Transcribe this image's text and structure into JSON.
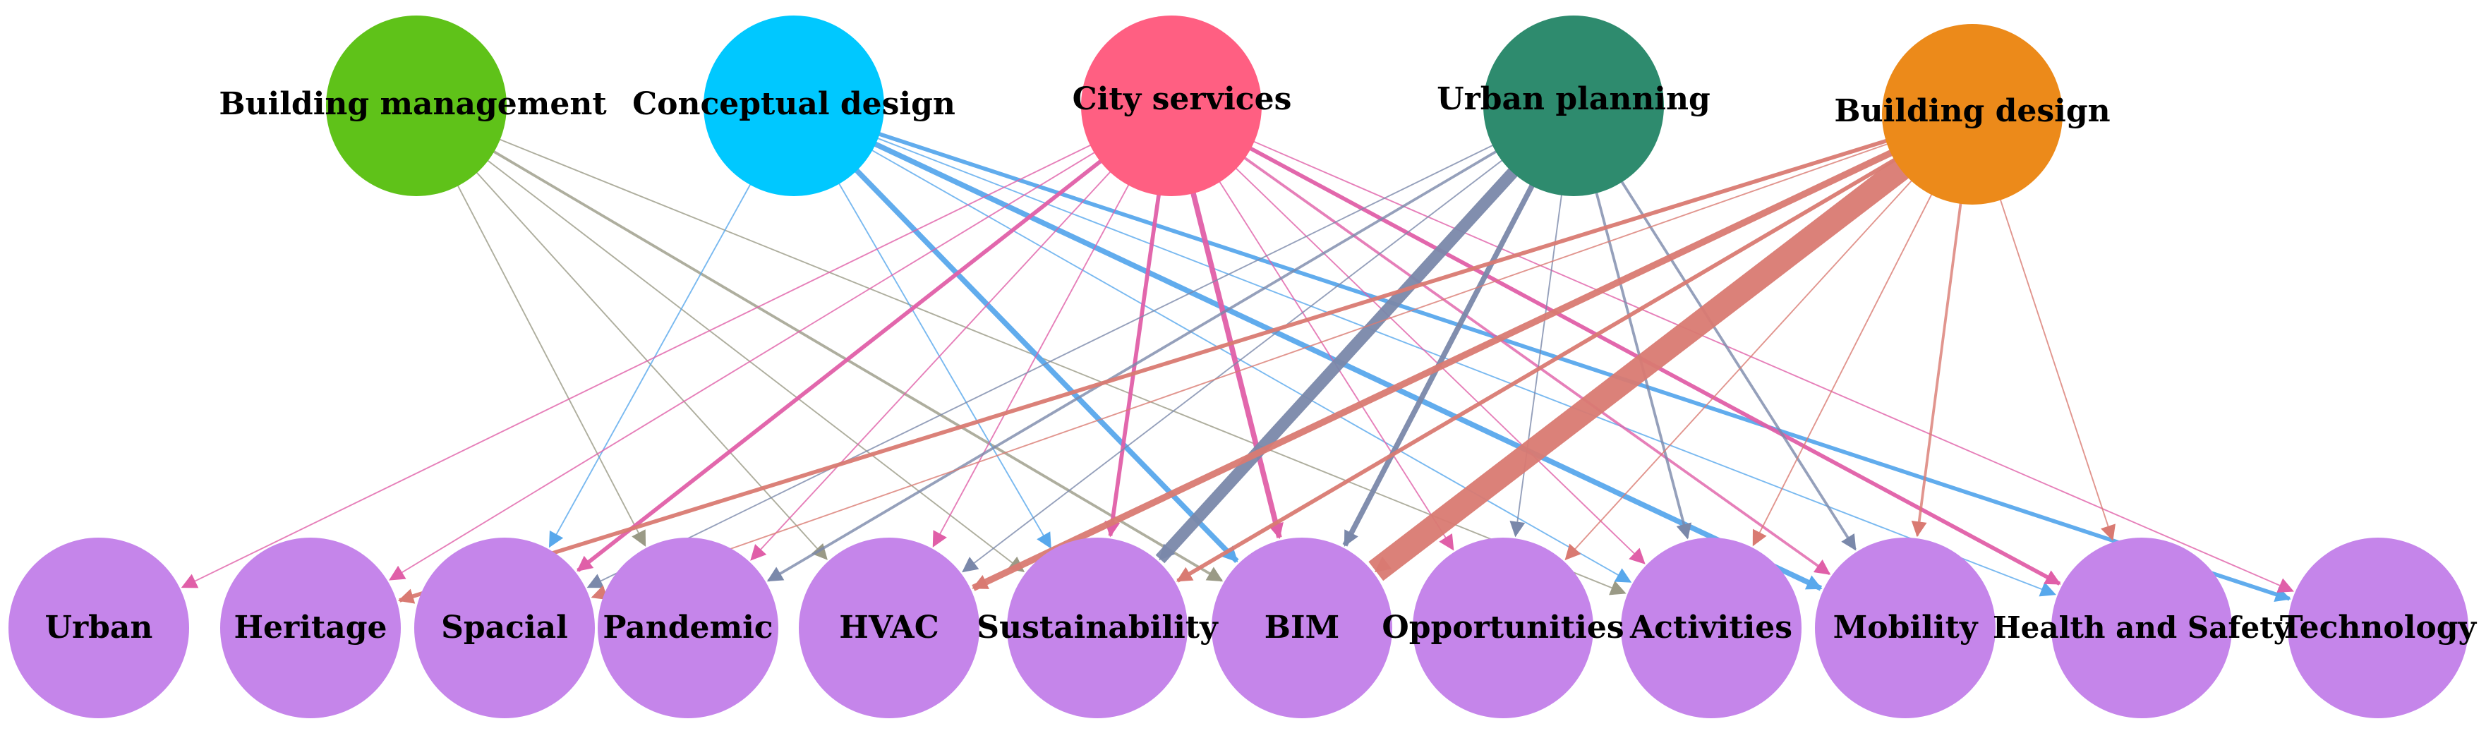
{
  "diagram": {
    "type": "bipartite-network",
    "source_nodes": [
      {
        "id": "bm",
        "label": "Building management",
        "color": "#5fc219"
      },
      {
        "id": "cd",
        "label": "Conceptual design",
        "color": "#00c8ff"
      },
      {
        "id": "cs",
        "label": "City services",
        "color": "#ff5f82"
      },
      {
        "id": "up",
        "label": "Urban planning",
        "color": "#2e8b6e"
      },
      {
        "id": "bd",
        "label": "Building design",
        "color": "#ec8a1a"
      }
    ],
    "target_nodes": [
      {
        "id": "urban",
        "label": "Urban"
      },
      {
        "id": "her",
        "label": "Heritage"
      },
      {
        "id": "spa",
        "label": "Spacial"
      },
      {
        "id": "pan",
        "label": "Pandemic"
      },
      {
        "id": "hvac",
        "label": "HVAC"
      },
      {
        "id": "sus",
        "label": "Sustainability"
      },
      {
        "id": "bim",
        "label": "BIM"
      },
      {
        "id": "opp",
        "label": "Opportunities"
      },
      {
        "id": "act",
        "label": "Activities"
      },
      {
        "id": "mob",
        "label": "Mobility"
      },
      {
        "id": "hs",
        "label": "Health and Safety"
      },
      {
        "id": "tech",
        "label": "Technology"
      }
    ],
    "target_color": "#c585ea",
    "edge_colors": {
      "bm": "#9a9a86",
      "cd": "#58a8ec",
      "cs": "#e05fa8",
      "up": "#7a88aa",
      "bd": "#d97a72"
    },
    "edges": [
      {
        "from": "bm",
        "to": "pan",
        "weight": 1
      },
      {
        "from": "bm",
        "to": "hvac",
        "weight": 1
      },
      {
        "from": "bm",
        "to": "sus",
        "weight": 1
      },
      {
        "from": "bm",
        "to": "bim",
        "weight": 2
      },
      {
        "from": "bm",
        "to": "act",
        "weight": 1
      },
      {
        "from": "cd",
        "to": "spa",
        "weight": 1
      },
      {
        "from": "cd",
        "to": "sus",
        "weight": 1
      },
      {
        "from": "cd",
        "to": "bim",
        "weight": 4
      },
      {
        "from": "cd",
        "to": "act",
        "weight": 1
      },
      {
        "from": "cd",
        "to": "mob",
        "weight": 4
      },
      {
        "from": "cd",
        "to": "hs",
        "weight": 1
      },
      {
        "from": "cd",
        "to": "tech",
        "weight": 3
      },
      {
        "from": "cs",
        "to": "urban",
        "weight": 1
      },
      {
        "from": "cs",
        "to": "her",
        "weight": 1
      },
      {
        "from": "cs",
        "to": "spa",
        "weight": 3
      },
      {
        "from": "cs",
        "to": "pan",
        "weight": 1
      },
      {
        "from": "cs",
        "to": "hvac",
        "weight": 1
      },
      {
        "from": "cs",
        "to": "sus",
        "weight": 3
      },
      {
        "from": "cs",
        "to": "bim",
        "weight": 4
      },
      {
        "from": "cs",
        "to": "opp",
        "weight": 1
      },
      {
        "from": "cs",
        "to": "act",
        "weight": 1
      },
      {
        "from": "cs",
        "to": "mob",
        "weight": 2
      },
      {
        "from": "cs",
        "to": "hs",
        "weight": 3
      },
      {
        "from": "cs",
        "to": "tech",
        "weight": 1
      },
      {
        "from": "up",
        "to": "spa",
        "weight": 1
      },
      {
        "from": "up",
        "to": "pan",
        "weight": 2
      },
      {
        "from": "up",
        "to": "hvac",
        "weight": 1
      },
      {
        "from": "up",
        "to": "sus",
        "weight": 9
      },
      {
        "from": "up",
        "to": "bim",
        "weight": 4
      },
      {
        "from": "up",
        "to": "opp",
        "weight": 1
      },
      {
        "from": "up",
        "to": "act",
        "weight": 2
      },
      {
        "from": "up",
        "to": "mob",
        "weight": 2
      },
      {
        "from": "bd",
        "to": "her",
        "weight": 3
      },
      {
        "from": "bd",
        "to": "spa",
        "weight": 1
      },
      {
        "from": "bd",
        "to": "hvac",
        "weight": 5
      },
      {
        "from": "bd",
        "to": "sus",
        "weight": 3
      },
      {
        "from": "bd",
        "to": "bim",
        "weight": 18
      },
      {
        "from": "bd",
        "to": "opp",
        "weight": 1
      },
      {
        "from": "bd",
        "to": "act",
        "weight": 1
      },
      {
        "from": "bd",
        "to": "mob",
        "weight": 2
      },
      {
        "from": "bd",
        "to": "hs",
        "weight": 1
      }
    ]
  }
}
